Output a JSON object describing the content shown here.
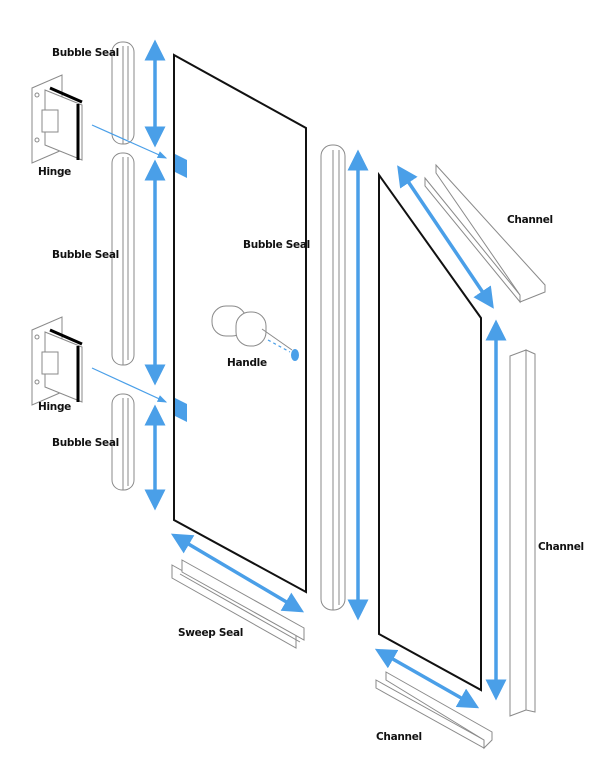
{
  "colors": {
    "accent": "#4a9fe8",
    "outline": "#111111",
    "part_stroke": "#8a8a8a"
  },
  "labels": {
    "bubble_seal_top": "Bubble Seal",
    "hinge_top": "Hinge",
    "bubble_seal_middle": "Bubble Seal",
    "hinge_bottom": "Hinge",
    "bubble_seal_bottom": "Bubble Seal",
    "bubble_seal_center": "Bubble Seal",
    "handle": "Handle",
    "sweep_seal": "Sweep Seal",
    "channel_top": "Channel",
    "channel_right": "Channel",
    "channel_bottom": "Channel"
  }
}
